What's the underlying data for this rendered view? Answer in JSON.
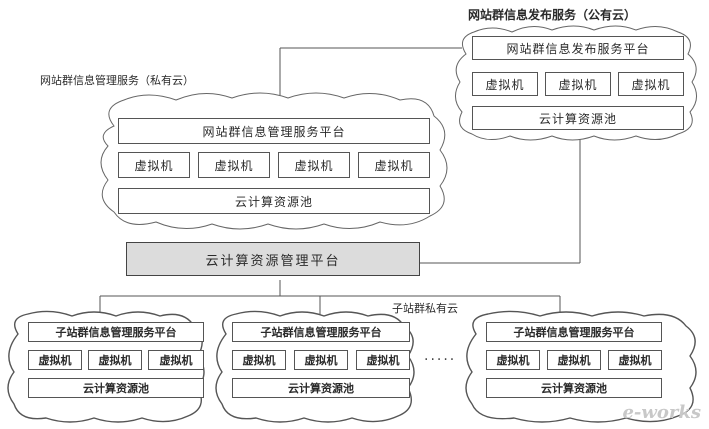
{
  "public_cloud": {
    "title": "网站群信息发布服务（公有云）",
    "platform": "网站群信息发布服务平台",
    "vms": [
      "虚拟机",
      "虚拟机",
      "虚拟机"
    ],
    "pool": "云计算资源池"
  },
  "private_cloud": {
    "title": "网站群信息管理服务（私有云）",
    "platform": "网站群信息管理服务平台",
    "vms": [
      "虚拟机",
      "虚拟机",
      "虚拟机",
      "虚拟机"
    ],
    "pool": "云计算资源池"
  },
  "management": {
    "label": "云计算资源管理平台"
  },
  "sub_label": "子站群私有云",
  "sub_clouds": [
    {
      "platform": "子站群信息管理服务平台",
      "vms": [
        "虚拟机",
        "虚拟机",
        "虚拟机"
      ],
      "pool": "云计算资源池"
    },
    {
      "platform": "子站群信息管理服务平台",
      "vms": [
        "虚拟机",
        "虚拟机",
        "虚拟机"
      ],
      "pool": "云计算资源池"
    },
    {
      "platform": "子站群信息管理服务平台",
      "vms": [
        "虚拟机",
        "虚拟机",
        "虚拟机"
      ],
      "pool": "云计算资源池"
    }
  ],
  "ellipsis": "·····",
  "logo": "e-works"
}
